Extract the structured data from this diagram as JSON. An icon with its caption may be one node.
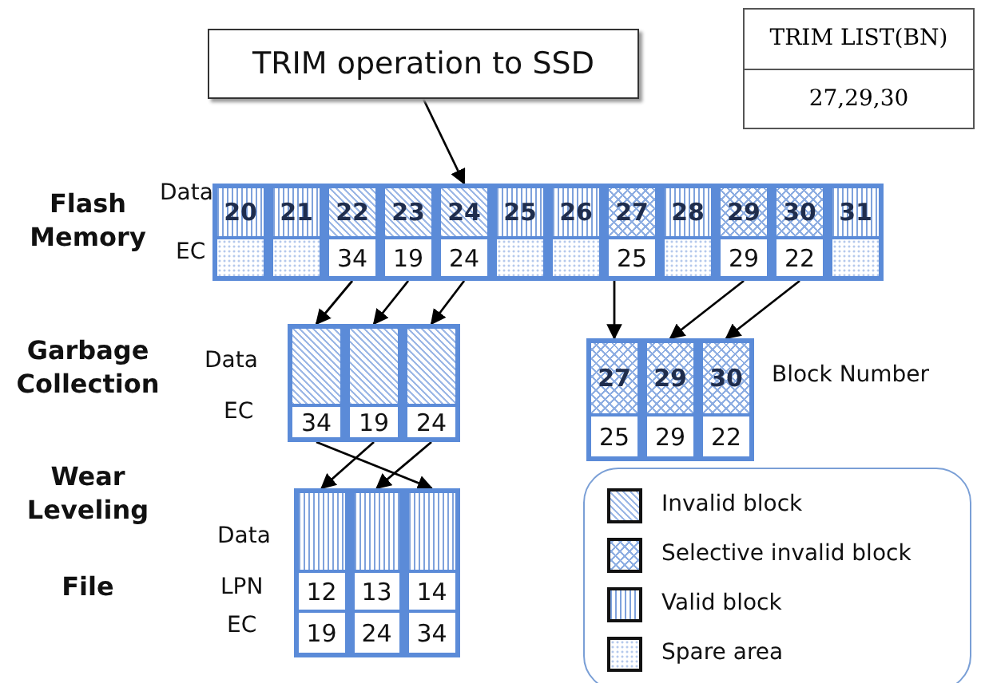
{
  "diagram": {
    "nodes": [
      {
        "text": [
          "TRIM operation to SSD"
        ]
      },
      {
        "text": [
          "TRIM LIST(BN)",
          "27,29,30"
        ]
      },
      {
        "text": [
          "20"
        ]
      },
      {
        "text": [
          "21"
        ]
      },
      {
        "text": [
          "22",
          "34"
        ]
      },
      {
        "text": [
          "23",
          "19"
        ]
      },
      {
        "text": [
          "24",
          "24"
        ]
      },
      {
        "text": [
          "25"
        ]
      },
      {
        "text": [
          "26"
        ]
      },
      {
        "text": [
          "27",
          "25"
        ]
      },
      {
        "text": [
          "28"
        ]
      },
      {
        "text": [
          "29",
          "29"
        ]
      },
      {
        "text": [
          "30",
          "22"
        ]
      },
      {
        "text": [
          "31"
        ]
      },
      {
        "text": [
          "34"
        ]
      },
      {
        "text": [
          "19"
        ]
      },
      {
        "text": [
          "24"
        ]
      },
      {
        "text": [
          "27",
          "25"
        ]
      },
      {
        "text": [
          "29",
          "29"
        ]
      },
      {
        "text": [
          "30",
          "22"
        ]
      },
      {
        "text": [
          "12",
          "19"
        ]
      },
      {
        "text": [
          "13",
          "24"
        ]
      },
      {
        "text": [
          "14",
          "34"
        ]
      }
    ],
    "edges": [
      {
        "from": 0,
        "to": 6,
        "arrow": "to"
      },
      {
        "from": 4,
        "to": 14,
        "arrow": "to"
      },
      {
        "from": 5,
        "to": 15,
        "arrow": "to"
      },
      {
        "from": 6,
        "to": 16,
        "arrow": "to"
      },
      {
        "from": 9,
        "to": 17,
        "arrow": "to"
      },
      {
        "from": 11,
        "to": 18,
        "arrow": "to"
      },
      {
        "from": 12,
        "to": 19,
        "arrow": "to"
      },
      {
        "from": 14,
        "to": 22,
        "arrow": "to"
      },
      {
        "from": 15,
        "to": 20,
        "arrow": "to"
      },
      {
        "from": 16,
        "to": 21,
        "arrow": "to"
      }
    ],
    "labels": [
      "Data",
      "Flash Memory",
      "EC",
      "Data",
      "Garbage Collection",
      "Block Number",
      "EC",
      "Wear Leveling",
      "Data",
      "File",
      "LPN",
      "EC"
    ],
    "legend": [
      {
        "text": "Invalid block"
      },
      {
        "text": "Selective invalid block"
      },
      {
        "text": "Valid block"
      },
      {
        "text": "Spare area"
      }
    ]
  }
}
